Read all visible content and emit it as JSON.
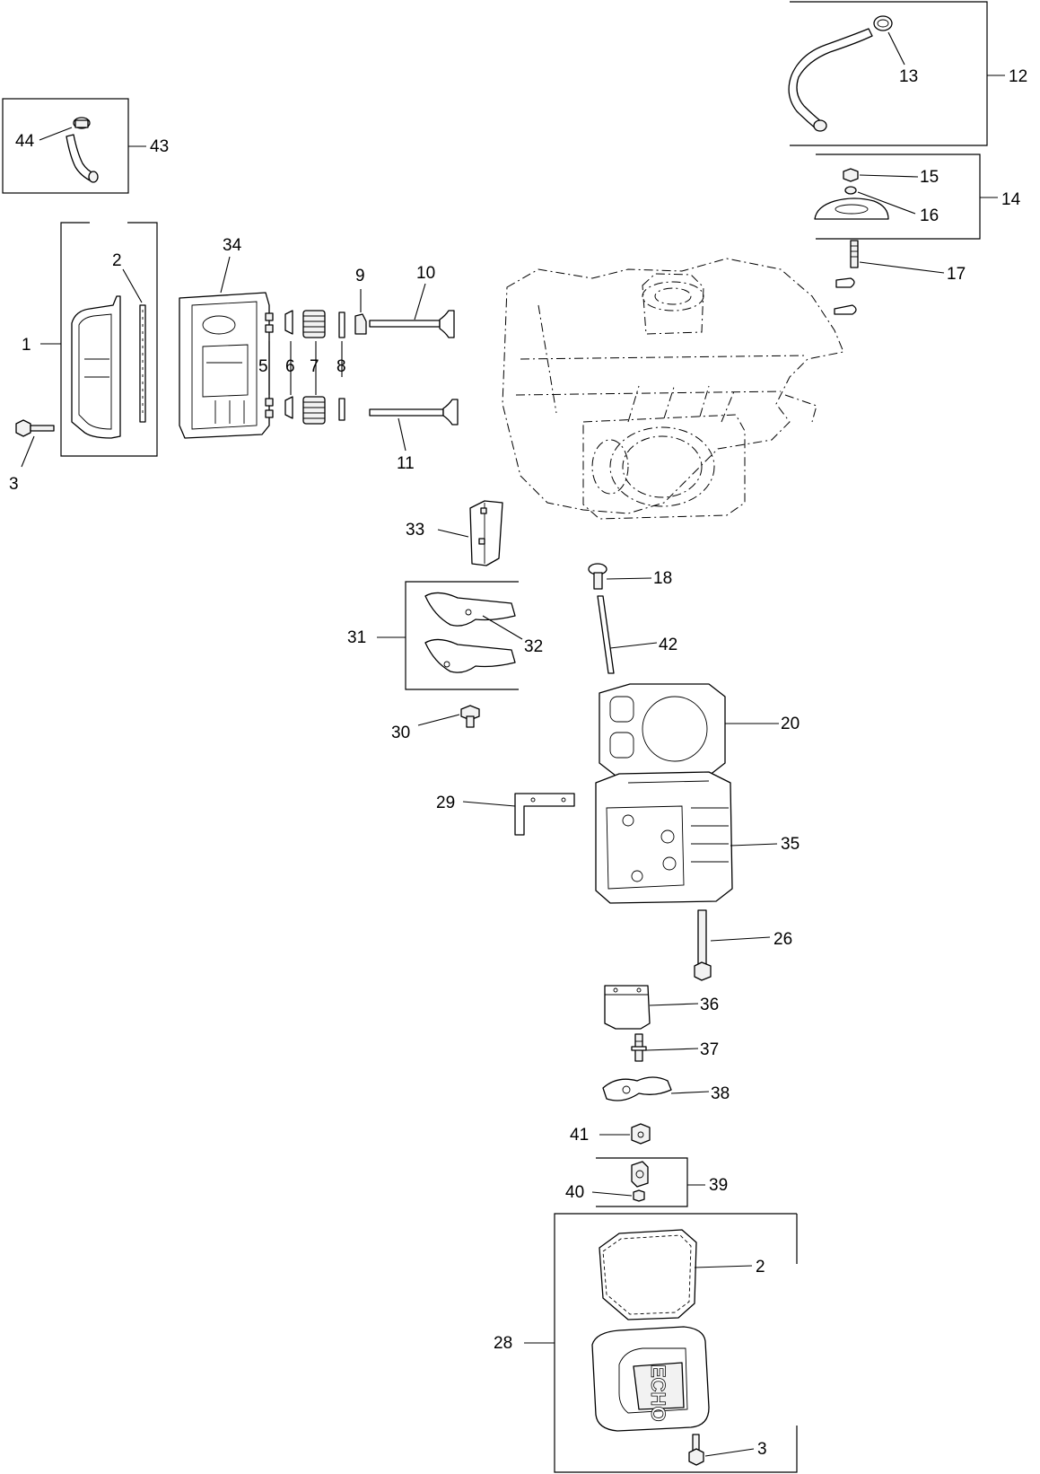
{
  "callouts": {
    "c1": "1",
    "c2a": "2",
    "c3a": "3",
    "c5": "5",
    "c6": "6",
    "c7": "7",
    "c8": "8",
    "c9": "9",
    "c10": "10",
    "c11": "11",
    "c12": "12",
    "c13": "13",
    "c14": "14",
    "c15": "15",
    "c16": "16",
    "c17": "17",
    "c18": "18",
    "c20": "20",
    "c26": "26",
    "c2b": "2",
    "c28": "28",
    "c29": "29",
    "c30": "30",
    "c31": "31",
    "c32": "32",
    "c33": "33",
    "c34": "34",
    "c35": "35",
    "c36": "36",
    "c37": "37",
    "c38": "38",
    "c39": "39",
    "c40": "40",
    "c41": "41",
    "c42": "42",
    "c43": "43",
    "c44": "44",
    "c3b": "3"
  },
  "valve_cover_lettering": "ECHO"
}
